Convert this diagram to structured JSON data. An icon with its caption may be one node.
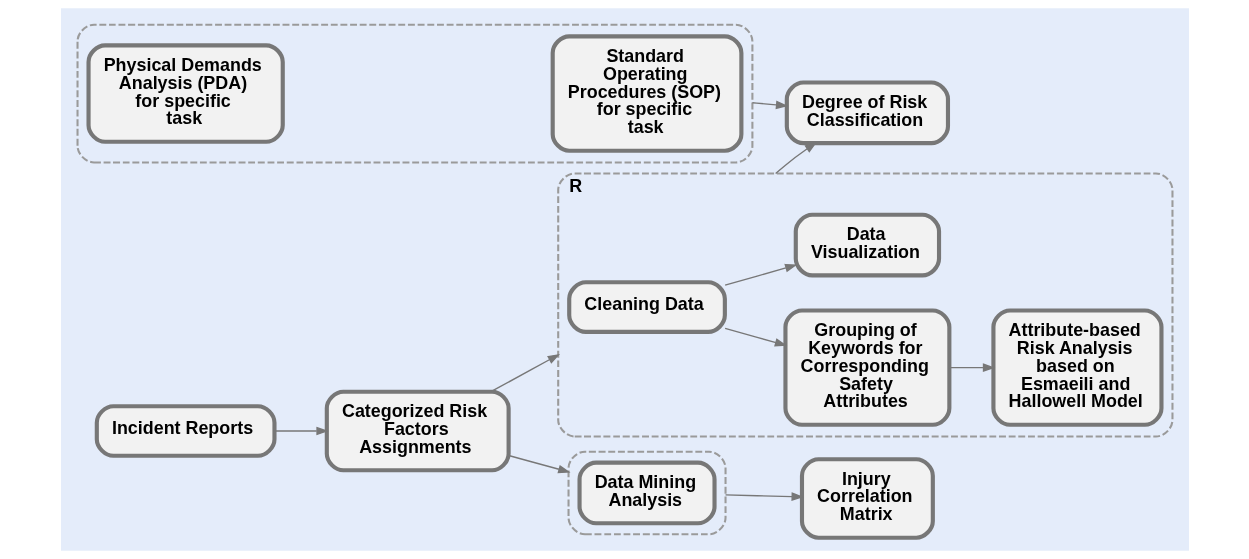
{
  "diagram": {
    "nodes": [
      {
        "text": [
          "Categorized Risk Factors Assignments"
        ]
      },
      {
        "text": [
          "Incident Reports"
        ]
      },
      {
        "text": [
          "R"
        ]
      },
      {
        "text": [
          "Cleaning Data"
        ],
        "in": 2
      },
      {
        "text": [
          "Grouping of Keywords for Corresponding Safety Attributes"
        ],
        "in": 2
      },
      {
        "text": [
          "Data Visualization"
        ],
        "in": 2
      },
      {
        "text": [
          "Attribute-based Risk Analysis based on Esmaeili and Hallowell Model"
        ],
        "in": 2
      },
      {
        "text": [],
        "shape": "box"
      },
      {
        "text": [
          "Data Mining Analysis"
        ],
        "in": 7
      },
      {
        "text": [],
        "shape": "box"
      },
      {
        "text": [
          "Standard Operating Procedures (SOP) for specific task"
        ],
        "in": 9
      },
      {
        "text": [
          "Physical Demands Analysis (PDA) for specific task"
        ],
        "in": 9
      },
      {
        "text": [
          "Degree of Risk Classification"
        ]
      },
      {
        "text": [
          "Injury Correlation Matrix"
        ]
      }
    ],
    "edges": [
      {
        "from": 1,
        "to": 0,
        "arrow": "to"
      },
      {
        "from": 0,
        "to": 2,
        "arrow": "to"
      },
      {
        "from": 0,
        "to": 7,
        "arrow": "to"
      },
      {
        "from": 3,
        "to": 4,
        "arrow": "to"
      },
      {
        "from": 3,
        "to": 5,
        "arrow": "to"
      },
      {
        "from": 4,
        "to": 6,
        "arrow": "to"
      },
      {
        "from": 2,
        "to": 12,
        "arrow": "to"
      },
      {
        "from": 9,
        "to": 12,
        "arrow": "to"
      },
      {
        "from": 7,
        "to": 13,
        "arrow": "to"
      }
    ]
  }
}
